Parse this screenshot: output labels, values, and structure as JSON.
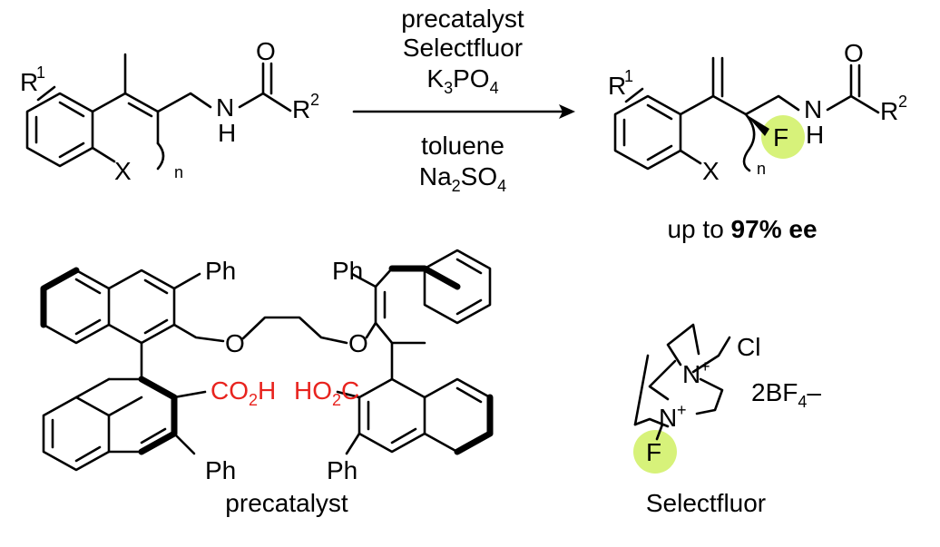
{
  "colors": {
    "bond": "#000000",
    "acid_group": "#e8231e",
    "fluorine_highlight": "#d7f27a",
    "background": "#ffffff"
  },
  "reaction": {
    "conditions_above": [
      "precatalyst",
      "Selectfluor",
      "K",
      "3",
      "PO",
      "4"
    ],
    "conditions_below": [
      "toluene",
      "Na",
      "2",
      "SO",
      "4"
    ]
  },
  "substrate": {
    "r1": "R",
    "r1_sup": "1",
    "r2": "R",
    "r2_sup": "2",
    "x": "X",
    "n": "n",
    "o": "O",
    "n_atom": "N",
    "h": "H"
  },
  "product": {
    "r1": "R",
    "r1_sup": "1",
    "r2": "R",
    "r2_sup": "2",
    "x": "X",
    "n": "n",
    "o": "O",
    "n_atom": "N",
    "h": "H",
    "f": "F",
    "ee_prefix": "up to ",
    "ee_value": "97% ee"
  },
  "precatalyst": {
    "ph": "Ph",
    "o": "O",
    "acid_left": [
      "CO",
      "2",
      "H"
    ],
    "acid_right": [
      "HO",
      "2",
      "C"
    ],
    "caption": "precatalyst"
  },
  "selectfluor": {
    "cl": "Cl",
    "n_atom": "N",
    "plus": "+",
    "f": "F",
    "counterion": [
      "2BF",
      "4",
      "–"
    ],
    "caption": "Selectfluor"
  }
}
